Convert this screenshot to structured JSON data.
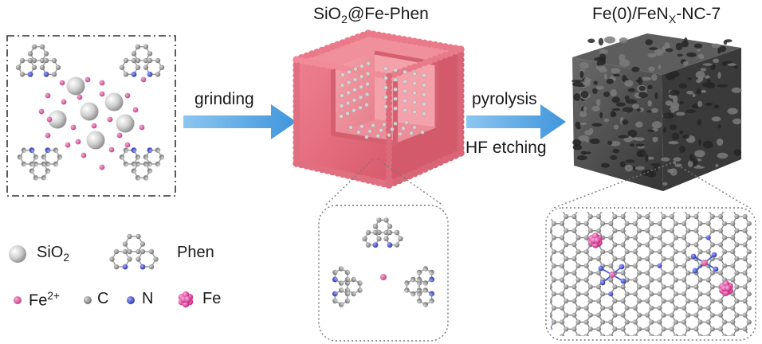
{
  "titles": {
    "middle": {
      "main": "SiO",
      "sub": "2",
      "rest": "@Fe-Phen"
    },
    "right": {
      "main": "Fe(0)/FeN",
      "sub": "X",
      "rest": "-NC-7"
    }
  },
  "steps": {
    "grinding": "grinding",
    "pyrolysis": "pyrolysis",
    "etching": "HF etching"
  },
  "legend": {
    "sio2": {
      "main": "SiO",
      "sub": "2"
    },
    "phen": "Phen",
    "fe_ion": {
      "main": "Fe",
      "sup": "2+"
    },
    "carbon": "C",
    "nitrogen": "N",
    "iron": "Fe"
  },
  "colors": {
    "pink_cube": "#e56b79",
    "pink_dark": "#c94a5a",
    "grey_cube": "#4d4d4d",
    "arrow": "#4a9de0",
    "fe_ion": "#d9549c",
    "carbon": "#8e8e8e",
    "nitrogen": "#4e58c6",
    "fe_cluster": "#e6399b",
    "bond_fe": "#3a55d8"
  }
}
